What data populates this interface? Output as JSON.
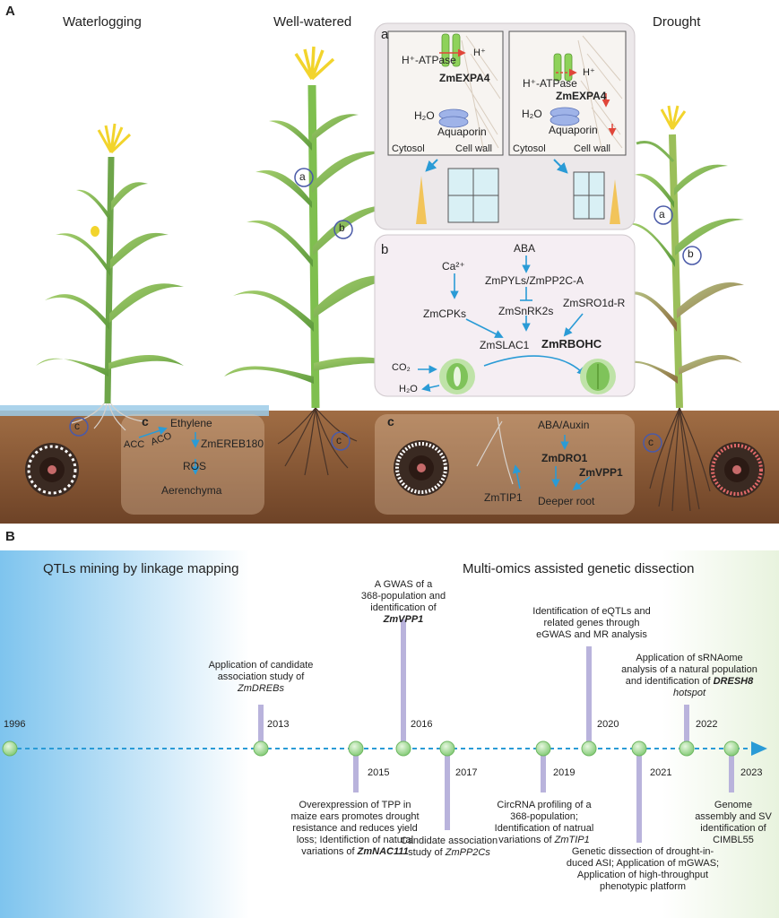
{
  "panel_a": {
    "letter": "A",
    "conditions": {
      "waterlogging": "Waterlogging",
      "well_watered": "Well-watered",
      "drought": "Drought"
    },
    "inset_a": {
      "letter": "a",
      "left": {
        "h_atpase": "H⁺-ATPase",
        "h_plus": "H⁺",
        "expa": "ZmEXPA4",
        "h2o": "H₂O",
        "aquaporin": "Aquaporin",
        "cytosol": "Cytosol",
        "cell_wall": "Cell wall"
      },
      "right": {
        "h_atpase": "H⁺-ATPase",
        "h_plus": "H⁺",
        "expa": "ZmEXPA4",
        "h2o": "H₂O",
        "aquaporin": "Aquaporin",
        "cytosol": "Cytosol",
        "cell_wall": "Cell wall"
      }
    },
    "inset_b": {
      "letter": "b",
      "aba": "ABA",
      "ca": "Ca²⁺",
      "pyl": "ZmPYLs/ZmPP2C-A",
      "sro": "ZmSRO1d-R",
      "cpk": "ZmCPKs",
      "snrk": "ZmSnRK2s",
      "slac": "ZmSLAC1",
      "rboh": "ZmRBOHC",
      "co2": "CO₂",
      "h2o": "H₂O"
    },
    "soil_left": {
      "letter": "c",
      "ethylene": "Ethylene",
      "acc": "ACC",
      "aco": "ACO",
      "ereb": "ZmEREB180",
      "ros": "ROS",
      "aerenchyma": "Aerenchyma"
    },
    "soil_right": {
      "letter": "c",
      "aba_auxin": "ABA/Auxin",
      "dro": "ZmDRO1",
      "vpp": "ZmVPP1",
      "tip": "ZmTIP1",
      "deeper": "Deeper root"
    },
    "markers": {
      "a": "a",
      "b": "b",
      "c": "c"
    }
  },
  "panel_b": {
    "letter": "B",
    "left_heading": "QTLs mining by linkage mapping",
    "right_heading": "Multi-omics assisted genetic dissection",
    "start_year": "1996",
    "events": [
      {
        "year": "2013",
        "text": [
          "Application of candidate",
          "association study of"
        ],
        "gene": "ZmDREBs"
      },
      {
        "year": "2015",
        "text": [
          "Overexpression of TPP in",
          "maize ears promotes drought",
          "resistance and reduces yield",
          "loss; Identifiction of natural",
          "variations of"
        ],
        "gene": "ZmNAC111"
      },
      {
        "year": "2016",
        "text": [
          "A GWAS of a",
          "368-population and",
          "identification of"
        ],
        "gene": "ZmVPP1"
      },
      {
        "year": "2017",
        "text": [
          "Candidate association",
          "study of"
        ],
        "gene": "ZmPP2Cs"
      },
      {
        "year": "2019",
        "text": [
          "CircRNA profiling of a",
          "368-population;",
          "Identification of natrual",
          "variations of"
        ],
        "gene": "ZmTIP1"
      },
      {
        "year": "2020",
        "text": [
          "Identification of eQTLs and",
          "related genes through",
          "eGWAS and MR analysis"
        ],
        "gene": ""
      },
      {
        "year": "2021",
        "text": [
          "Genetic dissection of drought-in-",
          "duced ASI; Application of mGWAS;",
          "Application of high-throughput",
          "phenotypic platform"
        ],
        "gene": ""
      },
      {
        "year": "2022",
        "text": [
          "Application of sRNAome",
          "analysis of a natural population",
          "and identification of"
        ],
        "gene": "DRESH8",
        "tail": "hotspot"
      },
      {
        "year": "2023",
        "text": [
          "Genome",
          "assembly and SV",
          "identification of",
          "CIMBL55"
        ],
        "gene": ""
      }
    ]
  },
  "colors": {
    "soil": "#8a5a36",
    "water": "#9ccbe8",
    "leaf": "#7fb356",
    "timeline_node": "#8fd08a",
    "timeline_bar": "#b9b3dc",
    "arrow_blue": "#2a9bd6"
  }
}
